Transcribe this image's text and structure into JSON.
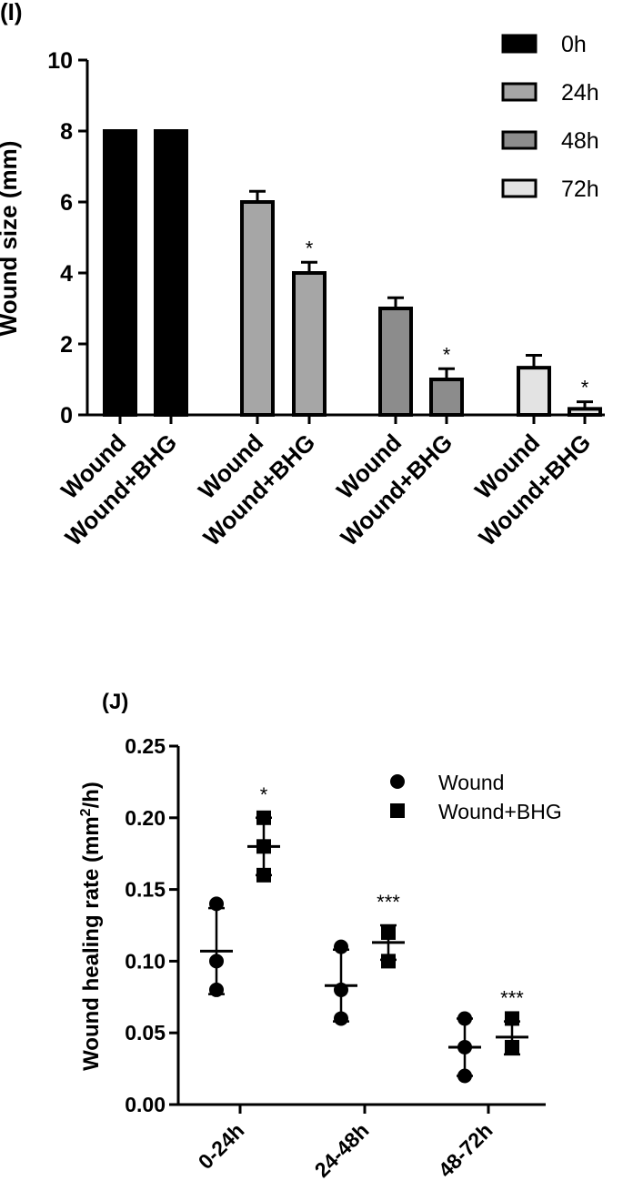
{
  "panels": {
    "I": {
      "label": "(I)"
    },
    "J": {
      "label": "(J)"
    }
  },
  "chart_data": [
    {
      "type": "bar",
      "ylabel": "Wound size (mm)",
      "ylim": [
        0,
        10
      ],
      "yticks": [
        0,
        2,
        4,
        6,
        8,
        10
      ],
      "categories": [
        "Wound",
        "Wound+BHG",
        "Wound",
        "Wound+BHG",
        "Wound",
        "Wound+BHG",
        "Wound",
        "Wound+BHG"
      ],
      "bars": [
        {
          "category": "Wound",
          "group": "0h",
          "value": 8.0,
          "error": 0,
          "sig": ""
        },
        {
          "category": "Wound+BHG",
          "group": "0h",
          "value": 8.0,
          "error": 0,
          "sig": ""
        },
        {
          "category": "Wound",
          "group": "24h",
          "value": 6.0,
          "error": 0.3,
          "sig": ""
        },
        {
          "category": "Wound+BHG",
          "group": "24h",
          "value": 4.0,
          "error": 0.3,
          "sig": "*"
        },
        {
          "category": "Wound",
          "group": "48h",
          "value": 3.0,
          "error": 0.3,
          "sig": ""
        },
        {
          "category": "Wound+BHG",
          "group": "48h",
          "value": 1.0,
          "error": 0.3,
          "sig": "*"
        },
        {
          "category": "Wound",
          "group": "72h",
          "value": 1.33,
          "error": 0.35,
          "sig": ""
        },
        {
          "category": "Wound+BHG",
          "group": "72h",
          "value": 0.17,
          "error": 0.2,
          "sig": "*"
        }
      ],
      "legend": {
        "position": "top-right",
        "entries": [
          {
            "name": "0h",
            "color": "#000000"
          },
          {
            "name": "24h",
            "color": "#a6a6a6"
          },
          {
            "name": "48h",
            "color": "#8c8c8c"
          },
          {
            "name": "72h",
            "color": "#e3e3e3"
          }
        ]
      },
      "grid": false
    },
    {
      "type": "scatter",
      "ylabel": "Wound healing rate (mm²/h)",
      "ylabel_parts": {
        "main": "Wound healing rate (mm",
        "sup": "2",
        "tail": "/h)"
      },
      "ylim": [
        0,
        0.25
      ],
      "yticks": [
        "0.00",
        "0.05",
        "0.10",
        "0.15",
        "0.20",
        "0.25"
      ],
      "categories": [
        "0-24h",
        "24-48h",
        "48-72h"
      ],
      "series": [
        {
          "name": "Wound",
          "marker": "circle",
          "groups": [
            {
              "points": [
                0.14,
                0.1,
                0.08
              ],
              "mean": 0.107,
              "sd_low": 0.077,
              "sd_high": 0.137,
              "sig": ""
            },
            {
              "points": [
                0.11,
                0.08,
                0.06
              ],
              "mean": 0.083,
              "sd_low": 0.058,
              "sd_high": 0.108,
              "sig": ""
            },
            {
              "points": [
                0.06,
                0.04,
                0.02
              ],
              "mean": 0.04,
              "sd_low": 0.02,
              "sd_high": 0.06,
              "sig": ""
            }
          ]
        },
        {
          "name": "Wound+BHG",
          "marker": "square",
          "groups": [
            {
              "points": [
                0.2,
                0.18,
                0.16
              ],
              "mean": 0.18,
              "sd_low": 0.16,
              "sd_high": 0.2,
              "sig": "*"
            },
            {
              "points": [
                0.12,
                0.12,
                0.1
              ],
              "mean": 0.113,
              "sd_low": 0.101,
              "sd_high": 0.125,
              "sig": "***"
            },
            {
              "points": [
                0.06,
                0.04,
                0.04
              ],
              "mean": 0.047,
              "sd_low": 0.035,
              "sd_high": 0.058,
              "sig": "***"
            }
          ]
        }
      ],
      "legend": {
        "position": "top-right"
      },
      "grid": false
    }
  ]
}
